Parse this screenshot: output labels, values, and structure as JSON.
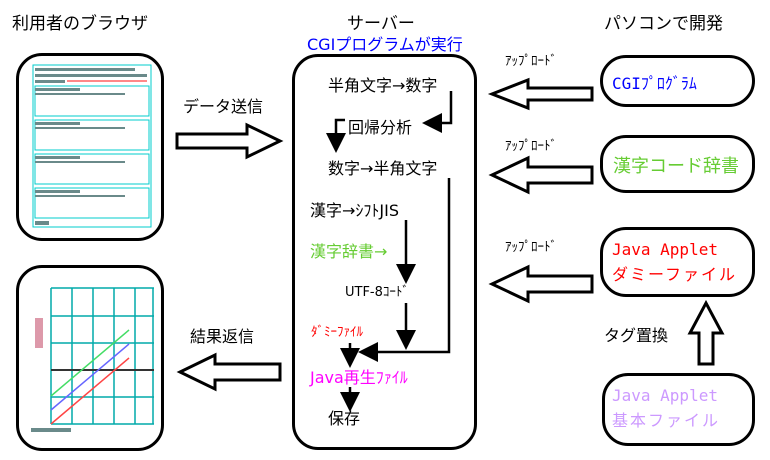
{
  "columns": {
    "browser_title": "利用者のブラウザ",
    "server_title": "サーバー",
    "server_subtitle": "CGIプログラムが実行",
    "pc_title": "パソコンで開発"
  },
  "colors": {
    "blue": "#0000ff",
    "green": "#66cc33",
    "red": "#ff0000",
    "magenta": "#ff00ff",
    "lavender": "#cc99ff",
    "thumb_accent": "#00cccc"
  },
  "browser": {
    "send_label": "データ送信",
    "return_label": "結果返信",
    "form_thumbnail": "form-screenshot",
    "chart_thumbnail": "chart-screenshot"
  },
  "server_steps": {
    "step1": "半角文字→数字",
    "step2": "回帰分析",
    "step3": "数字→半角文字",
    "step4": "漢字→ｼﾌﾄJIS",
    "step5": "漢字辞書→",
    "step6": "UTF-8ｺｰﾄﾞ",
    "step7": "ﾀﾞﾐｰﾌｧｲﾙ",
    "step8": "Java再生ﾌｧｲﾙ",
    "step9": "保存"
  },
  "pc": {
    "upload_label": "ｱｯﾌﾟﾛｰﾄﾞ",
    "cgi_box": "CGIﾌﾟﾛｸﾞﾗﾑ",
    "dict_box": "漢字コード辞書",
    "dummy_box_line1": "Java Applet",
    "dummy_box_line2": "ダミーファイル",
    "replace_label": "タグ置換",
    "base_box_line1": "Java Applet",
    "base_box_line2": "基本ファイル"
  }
}
